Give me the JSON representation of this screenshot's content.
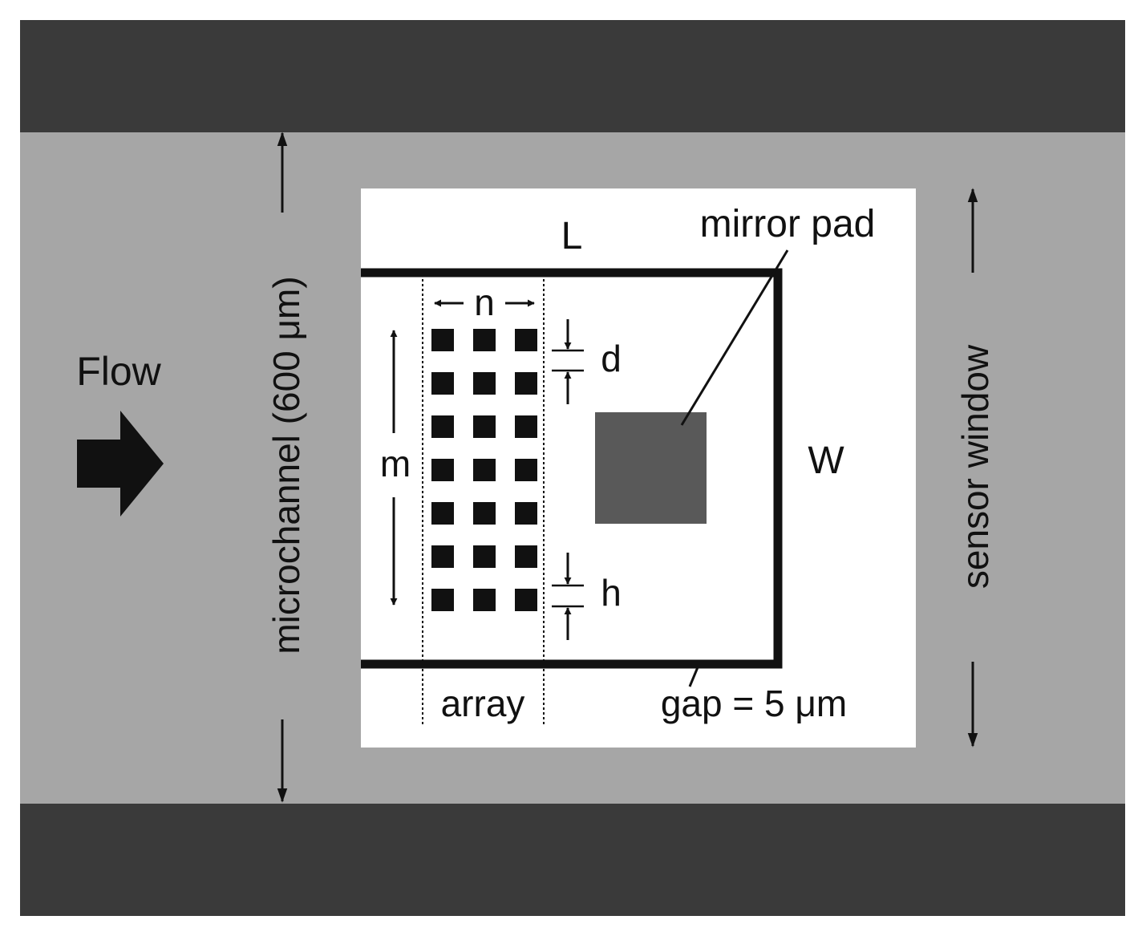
{
  "labels": {
    "flow": "Flow",
    "channel": "microchannel (600 μm)",
    "sensor_window": "sensor window",
    "length": "L",
    "width": "W",
    "mirror_pad": "mirror pad",
    "n": "n",
    "m": "m",
    "d": "d",
    "h": "h",
    "array": "array",
    "gap": "gap = 5 μm"
  },
  "array_grid": {
    "rows": 7,
    "cols": 3
  },
  "colors": {
    "wall": "#3a3a3a",
    "channel": "#a6a6a6",
    "window": "#ffffff",
    "ink": "#111111",
    "pad": "#595959"
  }
}
